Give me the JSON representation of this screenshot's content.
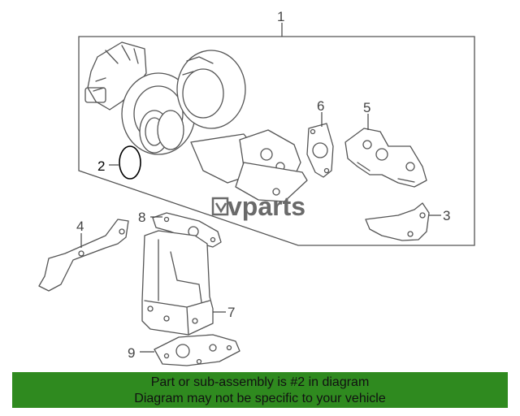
{
  "callouts": {
    "c1": "1",
    "c2": "2",
    "c3": "3",
    "c4": "4",
    "c5": "5",
    "c6": "6",
    "c7": "7",
    "c8": "8",
    "c9": "9"
  },
  "watermark": {
    "text": "vparts",
    "logo_icon": "cv-logo-icon"
  },
  "banner": {
    "line1": "Part or sub-assembly is #2 in diagram",
    "line2": "Diagram may not be specific to your vehicle",
    "background": "#2f8a1f"
  },
  "highlight": {
    "part_number": "2",
    "color": "#000000"
  }
}
